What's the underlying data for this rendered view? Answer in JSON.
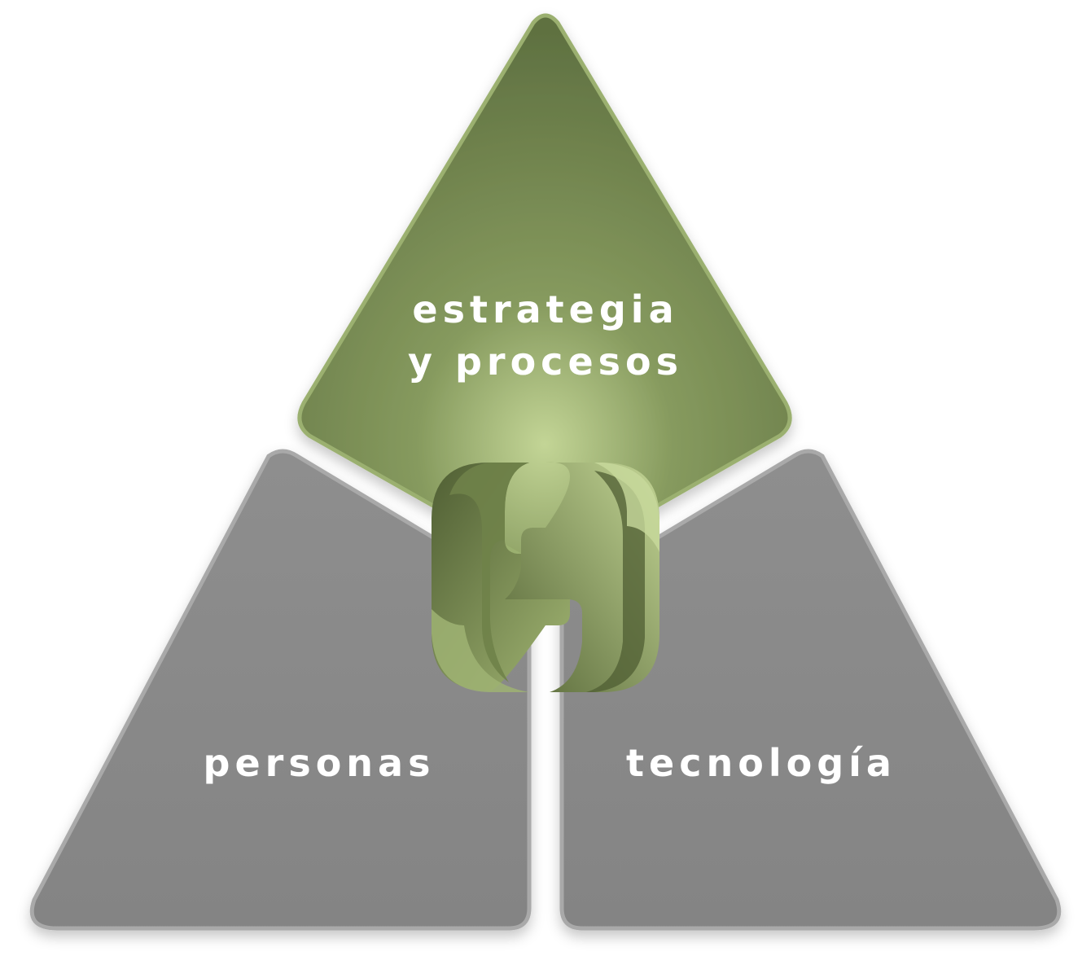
{
  "segments": {
    "top": {
      "line1": "estrategia",
      "line2": "y procesos"
    },
    "left": {
      "label": "personas"
    },
    "right": {
      "label": "tecnología"
    }
  },
  "colors": {
    "green_dark": "#5f7141",
    "green_mid": "#7d8f57",
    "green_light": "#b9cb8c",
    "gray_dark": "#7d7d7d",
    "gray_mid": "#8c8c8c",
    "gray_light": "#a3a3a3",
    "text": "#ffffff"
  },
  "logo": {
    "icon": "interlocking-s-icon"
  }
}
